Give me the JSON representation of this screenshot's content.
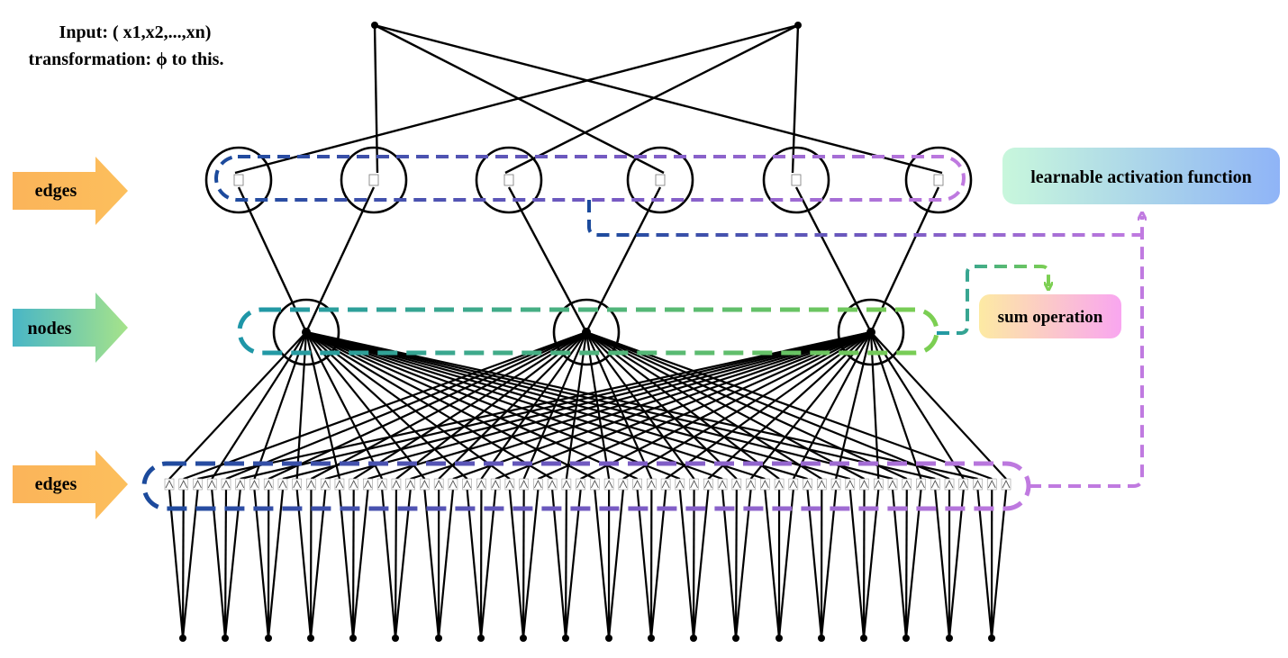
{
  "header": {
    "input_line": "Input:  ( x1,x2,...,xn)",
    "transform_line": "transformation: ϕ to this."
  },
  "labels": {
    "edges_top": "edges",
    "nodes": "nodes",
    "edges_bottom": "edges",
    "activation": "learnable activation function",
    "sum": "sum operation"
  },
  "structure": {
    "output_nodes": 2,
    "upper_edges": 6,
    "hidden_nodes": 3,
    "lower_edges": 60,
    "input_nodes": 20
  },
  "colors": {
    "arrow_orange": "#fbb45a",
    "nodes_arrow_start": "#49b6c6",
    "nodes_arrow_end": "#a6e38a",
    "dash_blue": "#1b4a9c",
    "dash_purple": "#c07ae0",
    "dash_teal": "#1ea3a3",
    "dash_green": "#7ccf52",
    "activation_box_start": "#c8f7dc",
    "activation_box_end": "#8fb4f7",
    "sum_box_start": "#fdeaa3",
    "sum_box_end": "#f9a6f0"
  }
}
